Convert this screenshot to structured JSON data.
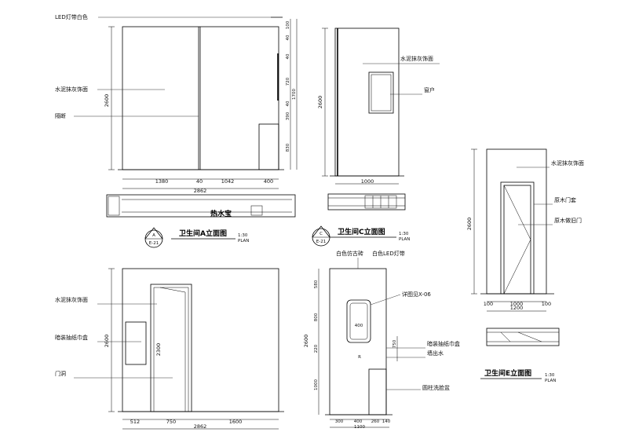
{
  "elevation_a": {
    "labels": [
      "LED灯带白色",
      "水泥抹灰饰面",
      "隔断"
    ],
    "dims_bottom": [
      "1380",
      "40",
      "1042",
      "400"
    ],
    "dim_total": "2862",
    "dim_height": "2600",
    "dims_right": [
      "100",
      "40",
      "40",
      "720",
      "1700",
      "40",
      "390",
      "830"
    ],
    "plan_label": "热水宝",
    "symbol_letter": "A",
    "symbol_ref": "E-21",
    "title": "卫生间A立面图",
    "scale": "1:30",
    "plan_word": "PLAN"
  },
  "elevation_c": {
    "labels": [
      "水泥抹灰饰面",
      "窗户"
    ],
    "dim_height": "2600",
    "dim_width": "1000",
    "symbol_letter": "C",
    "symbol_ref": "E-21",
    "title": "卫生间C立面图",
    "scale": "1:30",
    "plan_word": "PLAN"
  },
  "elevation_e": {
    "labels": [
      "水泥抹灰饰面",
      "原木门套",
      "原木做旧门"
    ],
    "dim_height": "2600",
    "dims_bottom": [
      "100",
      "1000",
      "100"
    ],
    "dim_total": "1200",
    "title": "卫生间E立面图",
    "scale": "1:30",
    "plan_word": "PLAN"
  },
  "elevation_b": {
    "labels": [
      "水泥抹灰饰面",
      "暗装抽纸巾盒",
      "门洞"
    ],
    "dim_height": "2600",
    "dim_door": "2300",
    "dims_bottom": [
      "512",
      "750",
      "1600"
    ],
    "dim_total": "2862"
  },
  "elevation_d": {
    "labels_top": [
      "白色仿古砖",
      "白色LED灯带"
    ],
    "labels_right": [
      "详图见X-06",
      "暗装抽纸巾盒",
      "墙出水",
      "圆柱洗脸盆"
    ],
    "mirror_value": "400",
    "dims_left": [
      "580",
      "800",
      "220",
      "2600",
      "1000"
    ],
    "dims_right": [
      "750"
    ],
    "dims_bottom": [
      "300",
      "400",
      "260",
      "140"
    ],
    "dim_total": "1100",
    "marker": "R"
  }
}
